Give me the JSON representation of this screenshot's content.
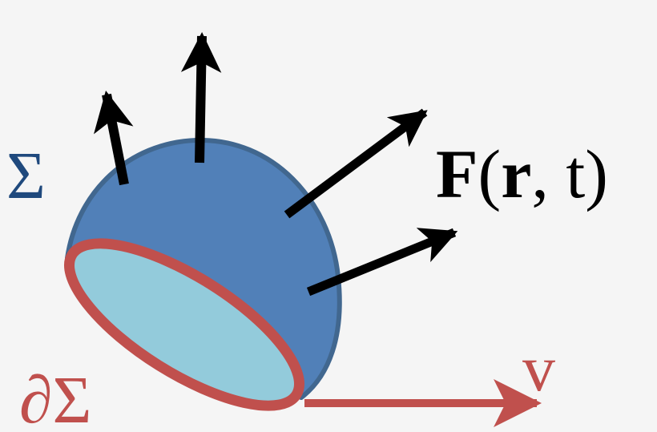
{
  "diagram": {
    "labels": {
      "surface": "Σ",
      "boundary": "∂Σ",
      "field": "F(r, t)",
      "field_bold_part_F": "F",
      "field_open_paren": "(",
      "field_bold_part_r": "r",
      "field_rest": ", t)",
      "velocity": "v"
    },
    "colors": {
      "background": "#f5f5f5",
      "surface_fill": "#5180b8",
      "surface_stroke": "#41678f",
      "boundary_stroke": "#c0504d",
      "cap_fill": "#93cbdb",
      "surface_label": "#1f497d",
      "boundary_label": "#c0504d",
      "arrows": "#000000",
      "velocity_arrow": "#c0504d"
    }
  }
}
